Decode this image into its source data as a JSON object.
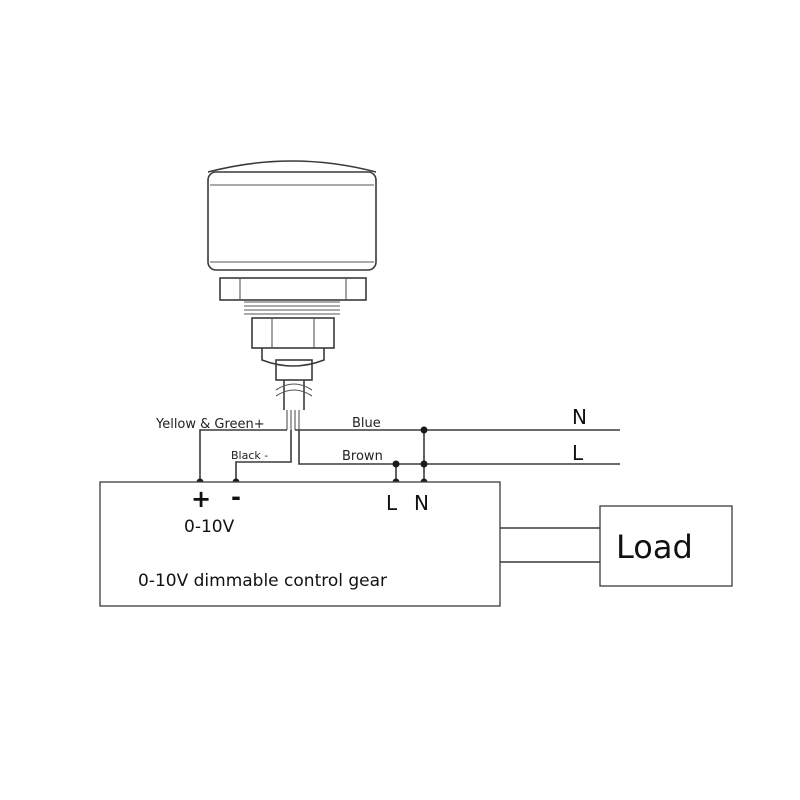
{
  "diagram": {
    "labels": {
      "yellow_green": "Yellow & Green+",
      "black": "Black -",
      "blue": "Blue",
      "brown": "Brown",
      "line_n": "N",
      "line_l": "L",
      "terminal_plus": "+",
      "terminal_minus": "-",
      "terminal_l": "L",
      "terminal_n": "N",
      "voltage": "0-10V",
      "control_gear": "0-10V dimmable control gear",
      "load": "Load"
    },
    "colors": {
      "line": "#3a3a3a",
      "text": "#111111"
    }
  }
}
